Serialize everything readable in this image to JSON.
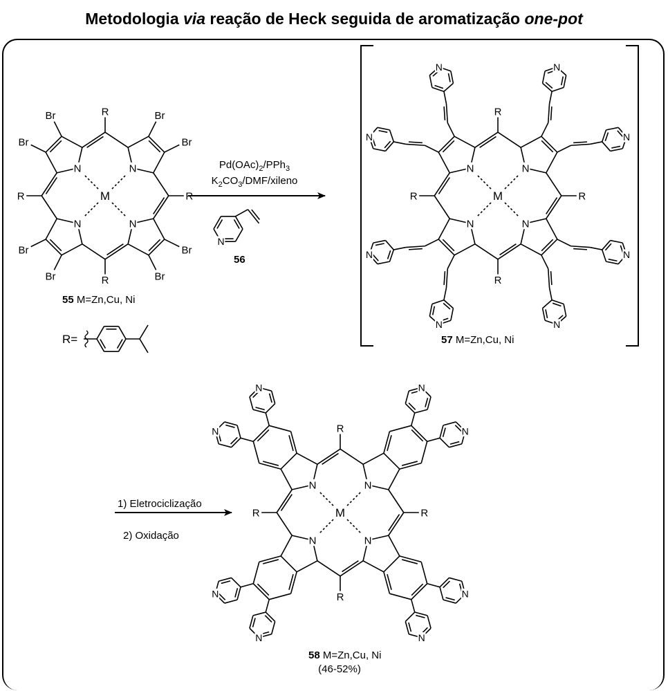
{
  "title": {
    "part1": "Metodologia ",
    "via": "via",
    "part2": " reação de Heck seguida de aromatização ",
    "onepot": "one-pot"
  },
  "reactant": {
    "label_num": "55",
    "label_text": " M=Zn,Cu, Ni",
    "metal": "M",
    "n_atom": "N",
    "substituent": "R",
    "bromo": "Br"
  },
  "r_group": {
    "label": "R="
  },
  "reagents": {
    "line1_a": "Pd(OAc)",
    "line1_sub": "2",
    "line1_b": "/PPh",
    "line1_sub2": "3",
    "line2_a": "K",
    "line2_sub": "2",
    "line2_b": "CO",
    "line2_sub2": "3",
    "line2_c": "/DMF/xileno"
  },
  "vinylpyridine": {
    "label_num": "56",
    "n_atom": "N"
  },
  "intermediate": {
    "label_num": "57",
    "label_text": " M=Zn,Cu, Ni"
  },
  "step2": {
    "line1": "1) Eletrociclização",
    "line2": "2) Oxidação"
  },
  "product": {
    "label_num": "58",
    "label_text": " M=Zn,Cu, Ni",
    "yield": "(46-52%)"
  }
}
